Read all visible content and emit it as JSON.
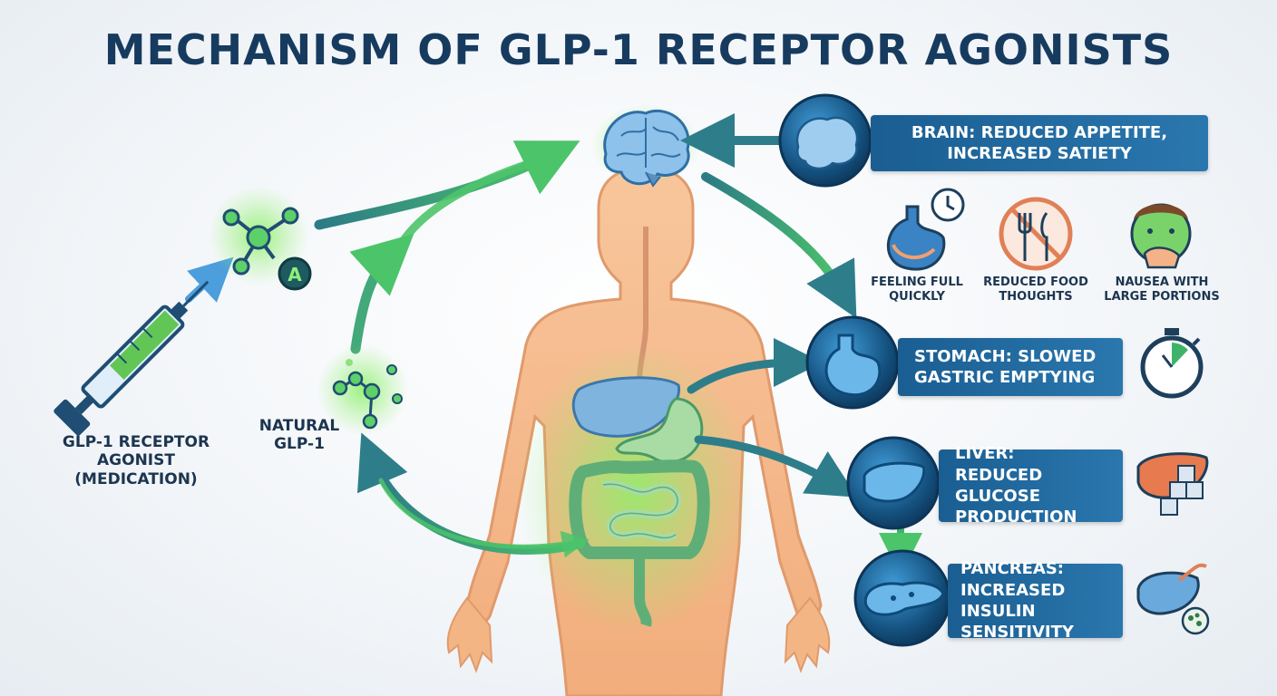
{
  "title": "MECHANISM OF GLP-1 RECEPTOR AGONISTS",
  "labels": {
    "agonist": [
      "GLP-1 RECEPTOR",
      "AGONIST",
      "(MEDICATION)"
    ],
    "natural": [
      "NATURAL",
      "GLP-1"
    ],
    "molecule_badge": "A"
  },
  "effects": {
    "brain": [
      "BRAIN: REDUCED APPETITE,",
      "INCREASED SATIETY"
    ],
    "stomach": [
      "STOMACH: SLOWED",
      "GASTRIC EMPTYING"
    ],
    "liver": [
      "LIVER:",
      "REDUCED GLUCOSE",
      "PRODUCTION"
    ],
    "pancreas": [
      "PANCREAS:",
      "INCREASED INSULIN",
      "SENSITIVITY"
    ]
  },
  "brain_effects": [
    {
      "icon": "stomach-clock-icon",
      "label": [
        "FEELING FULL",
        "QUICKLY"
      ]
    },
    {
      "icon": "no-food-icon",
      "label": [
        "REDUCED FOOD",
        "THOUGHTS"
      ]
    },
    {
      "icon": "nauseous-face-icon",
      "label": [
        "NAUSEA WITH",
        "LARGE PORTIONS"
      ]
    }
  ],
  "colors": {
    "navy": "#173b5f",
    "effect_box": "#1f6aa0",
    "arrow_green": "#4cc46a",
    "arrow_teal": "#2e7d8a",
    "body_skin": "#f6bb8c",
    "glow_green": "#7be35f"
  }
}
